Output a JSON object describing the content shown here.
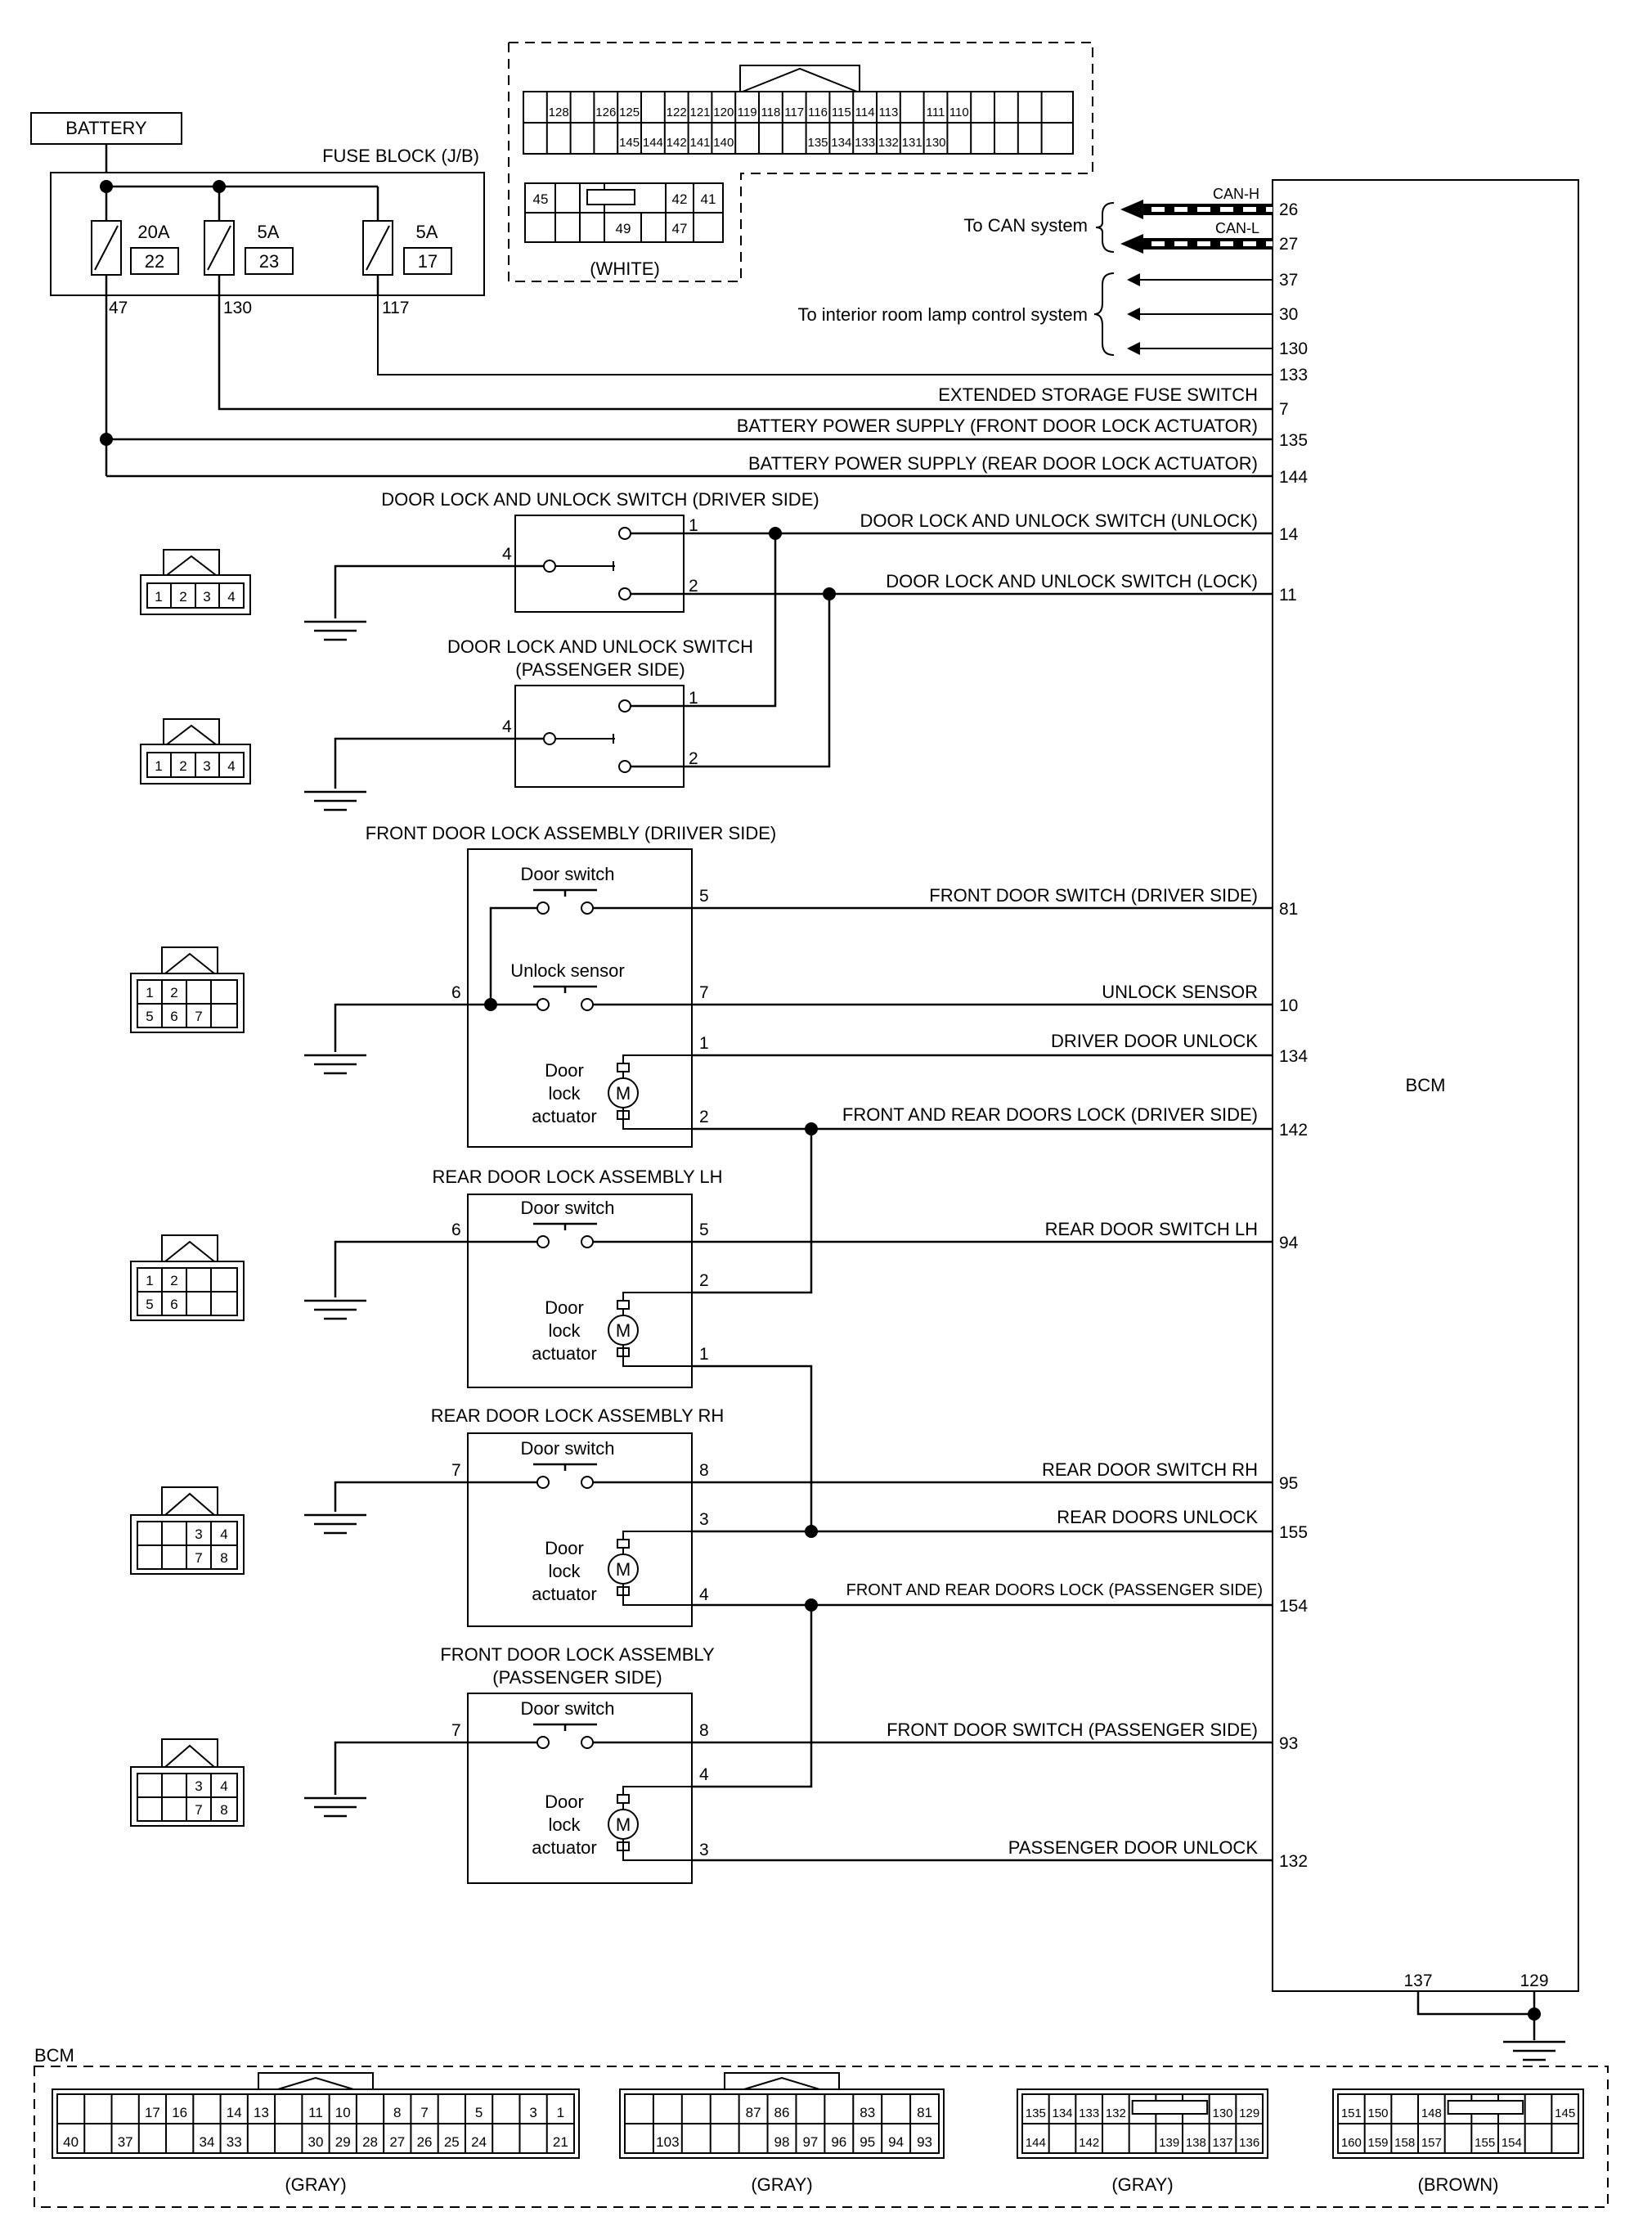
{
  "battery": {
    "label": "BATTERY"
  },
  "fuse_block": {
    "label": "FUSE BLOCK (J/B)",
    "fuses": [
      {
        "amp": "20A",
        "no": "22",
        "terminal": "47"
      },
      {
        "amp": "5A",
        "no": "23",
        "terminal": "130"
      },
      {
        "amp": "5A",
        "no": "17",
        "terminal": "117"
      }
    ]
  },
  "jb_connectors": {
    "top_row": [
      "128",
      "126",
      "125",
      "122",
      "121",
      "120",
      "119",
      "118",
      "117",
      "116",
      "115",
      "114",
      "113",
      "111",
      "110"
    ],
    "bottom_row": [
      "145",
      "144",
      "142",
      "141",
      "140",
      "135",
      "134",
      "133",
      "132",
      "131",
      "130"
    ],
    "white": {
      "row1": [
        "45",
        "42",
        "41"
      ],
      "row2": [
        "49",
        "47"
      ],
      "color": "(WHITE)"
    }
  },
  "can": {
    "label": "To CAN system",
    "h": "CAN-H",
    "l": "CAN-L",
    "h_pin": "26",
    "l_pin": "27"
  },
  "interior": {
    "label": "To interior room lamp control system",
    "pins": [
      "37",
      "30",
      "130"
    ]
  },
  "bcm": {
    "label": "BCM",
    "ground_pins": [
      "137",
      "129"
    ]
  },
  "signals": [
    {
      "label": "",
      "pin": "133"
    },
    {
      "label": "EXTENDED STORAGE FUSE SWITCH",
      "pin": "7"
    },
    {
      "label": "BATTERY POWER SUPPLY (FRONT DOOR LOCK ACTUATOR)",
      "pin": "135"
    },
    {
      "label": "BATTERY POWER SUPPLY (REAR DOOR LOCK ACTUATOR)",
      "pin": "144"
    },
    {
      "label": "DOOR LOCK AND UNLOCK SWITCH (UNLOCK)",
      "pin": "14"
    },
    {
      "label": "DOOR LOCK AND UNLOCK SWITCH (LOCK)",
      "pin": "11"
    },
    {
      "label": "FRONT DOOR SWITCH (DRIVER SIDE)",
      "pin": "81"
    },
    {
      "label": "UNLOCK SENSOR",
      "pin": "10"
    },
    {
      "label": "DRIVER DOOR UNLOCK",
      "pin": "134"
    },
    {
      "label": "FRONT AND REAR DOORS LOCK (DRIVER SIDE)",
      "pin": "142"
    },
    {
      "label": "REAR DOOR SWITCH LH",
      "pin": "94"
    },
    {
      "label": "REAR DOOR SWITCH RH",
      "pin": "95"
    },
    {
      "label": "REAR DOORS UNLOCK",
      "pin": "155"
    },
    {
      "label": "FRONT AND REAR DOORS LOCK (PASSENGER SIDE)",
      "pin": "154"
    },
    {
      "label": "FRONT DOOR SWITCH (PASSENGER SIDE)",
      "pin": "93"
    },
    {
      "label": "PASSENGER DOOR UNLOCK",
      "pin": "132"
    }
  ],
  "components": {
    "sw_driver": {
      "title": "DOOR LOCK AND UNLOCK SWITCH (DRIVER SIDE)",
      "pins": [
        "4",
        "1",
        "2"
      ],
      "conn": [
        "1",
        "2",
        "3",
        "4"
      ]
    },
    "sw_passenger": {
      "title1": "DOOR LOCK AND UNLOCK SWITCH",
      "title2": "(PASSENGER SIDE)",
      "pins": [
        "4",
        "1",
        "2"
      ],
      "conn": [
        "1",
        "2",
        "3",
        "4"
      ]
    },
    "front_driver": {
      "title": "FRONT DOOR LOCK ASSEMBLY (DRIIVER SIDE)",
      "door_switch": "Door switch",
      "unlock_sensor": "Unlock sensor",
      "actuator": [
        "Door",
        "lock",
        "actuator"
      ],
      "motor": "M",
      "pins": [
        "5",
        "6",
        "7",
        "1",
        "2"
      ],
      "conn_r1": [
        "1",
        "2",
        "",
        ""
      ],
      "conn_r2": [
        "5",
        "6",
        "7",
        ""
      ]
    },
    "rear_lh": {
      "title": "REAR DOOR LOCK ASSEMBLY LH",
      "door_switch": "Door switch",
      "actuator": [
        "Door",
        "lock",
        "actuator"
      ],
      "motor": "M",
      "pins": [
        "6",
        "5",
        "2",
        "1"
      ],
      "conn_r1": [
        "1",
        "2",
        "",
        ""
      ],
      "conn_r2": [
        "5",
        "6",
        "",
        ""
      ]
    },
    "rear_rh": {
      "title": "REAR DOOR LOCK ASSEMBLY RH",
      "door_switch": "Door switch",
      "actuator": [
        "Door",
        "lock",
        "actuator"
      ],
      "motor": "M",
      "pins": [
        "7",
        "8",
        "3",
        "4"
      ],
      "conn_r1": [
        "",
        "",
        "3",
        "4"
      ],
      "conn_r2": [
        "",
        "",
        "7",
        "8"
      ]
    },
    "front_passenger": {
      "title1": "FRONT DOOR LOCK ASSEMBLY",
      "title2": "(PASSENGER SIDE)",
      "door_switch": "Door switch",
      "actuator": [
        "Door",
        "lock",
        "actuator"
      ],
      "motor": "M",
      "pins": [
        "7",
        "8",
        "4",
        "3"
      ],
      "conn_r1": [
        "",
        "",
        "3",
        "4"
      ],
      "conn_r2": [
        "",
        "",
        "7",
        "8"
      ]
    }
  },
  "bcm_connectors": {
    "title": "BCM",
    "c1": {
      "top": [
        "17",
        "16",
        "14",
        "13",
        "11",
        "10",
        "8",
        "7",
        "5",
        "3",
        "1"
      ],
      "bottom": [
        "40",
        "37",
        "34",
        "33",
        "30",
        "29",
        "28",
        "27",
        "26",
        "25",
        "24",
        "21"
      ],
      "color": "(GRAY)"
    },
    "c2": {
      "top": [
        "87",
        "86",
        "83",
        "81"
      ],
      "bottom": [
        "103",
        "98",
        "97",
        "96",
        "95",
        "94",
        "93"
      ],
      "color": "(GRAY)"
    },
    "c3": {
      "top": [
        "135",
        "134",
        "133",
        "132",
        "130",
        "129"
      ],
      "bottom": [
        "144",
        "142",
        "139",
        "138",
        "137",
        "136"
      ],
      "color": "(GRAY)"
    },
    "c4": {
      "top": [
        "151",
        "150",
        "148",
        "145"
      ],
      "bottom": [
        "160",
        "159",
        "158",
        "157",
        "155",
        "154"
      ],
      "color": "(BROWN)"
    }
  }
}
